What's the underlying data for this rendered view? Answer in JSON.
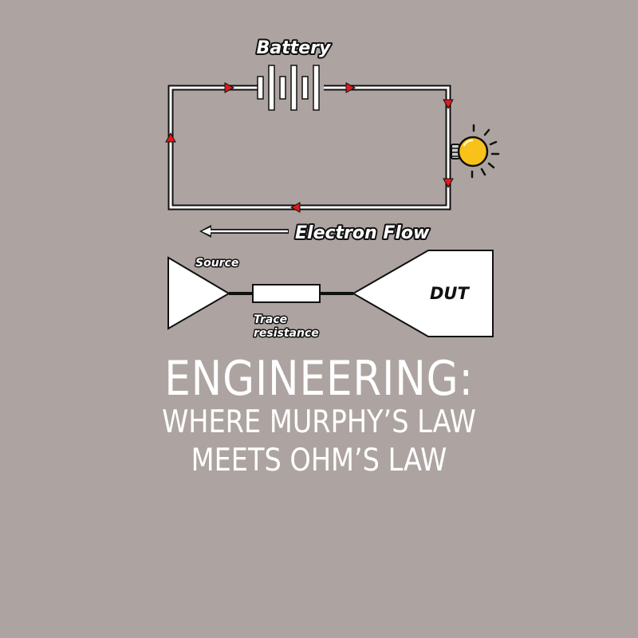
{
  "colors": {
    "background": "#ada4a1",
    "wire": "#ffffff",
    "outline": "#111111",
    "arrow": "#e01b1b",
    "bulb": "#f9c21a"
  },
  "icons": [
    "battery-icon",
    "light-bulb-icon",
    "current-arrow-icon"
  ],
  "circuit": {
    "battery_label": "Battery",
    "flow_label": "Electron Flow"
  },
  "signal_path": {
    "source_label": "Source",
    "trace_label_line1": "Trace",
    "trace_label_line2": "resistance",
    "dut_label": "DUT"
  },
  "slogan": {
    "line1": "ENGINEERING:",
    "line2": "WHERE MURPHY’S LAW",
    "line3": "MEETS OHM’S LAW"
  }
}
